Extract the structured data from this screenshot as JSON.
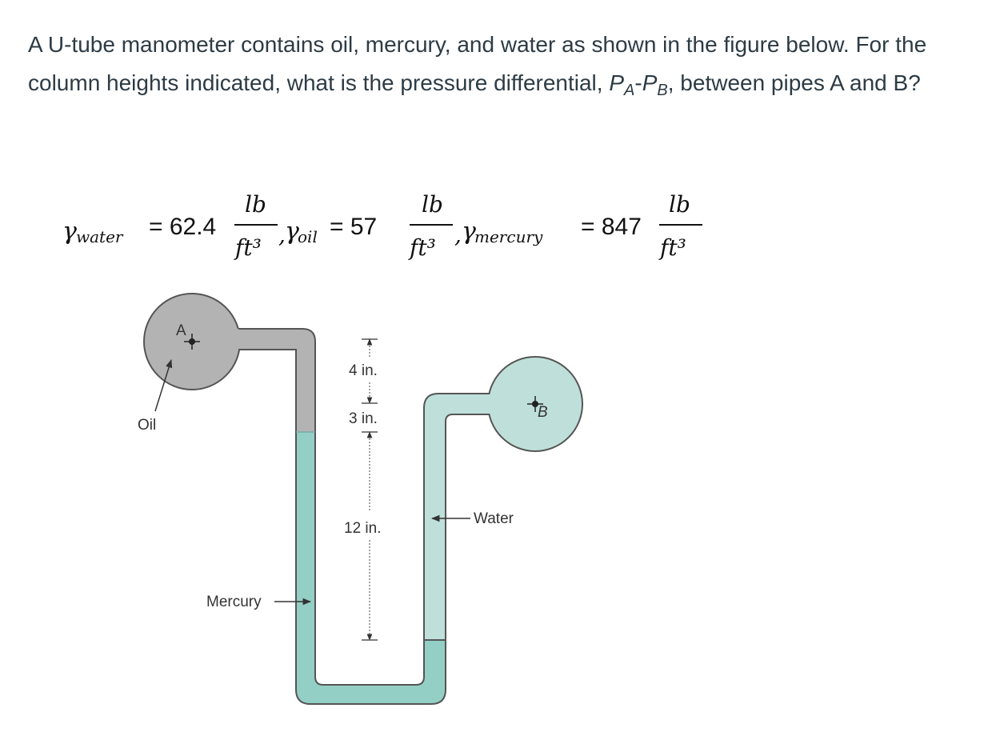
{
  "question": {
    "part1": "A U-tube manometer contains oil, mercury, and water as shown in the figure below. For the column heights indicated, what is the pressure differential, ",
    "pa": "P",
    "pa_sub": "A",
    "dash": "-",
    "pb": "P",
    "pb_sub": "B",
    "part2": ", between pipes A and B?"
  },
  "equation": {
    "gamma_water": "γ",
    "water_sub": "water",
    "water_value": "= 62.4",
    "oil_sub": "oil",
    "oil_value": "= 57",
    "mercury_sub": "mercury",
    "mercury_value": "= 847",
    "unit_num": "lb",
    "unit_den": "ft³",
    "sep": ","
  },
  "figure": {
    "pipe_a_label": "A",
    "pipe_b_label": "B",
    "oil_label": "Oil",
    "mercury_label": "Mercury",
    "water_label": "Water",
    "dim_4": "4 in.",
    "dim_3": "3 in.",
    "dim_12": "12 in.",
    "colors": {
      "oil": "#b3b3b3",
      "mercury": "#93cfc4",
      "water": "#bfe0da",
      "outline": "#555555"
    }
  }
}
